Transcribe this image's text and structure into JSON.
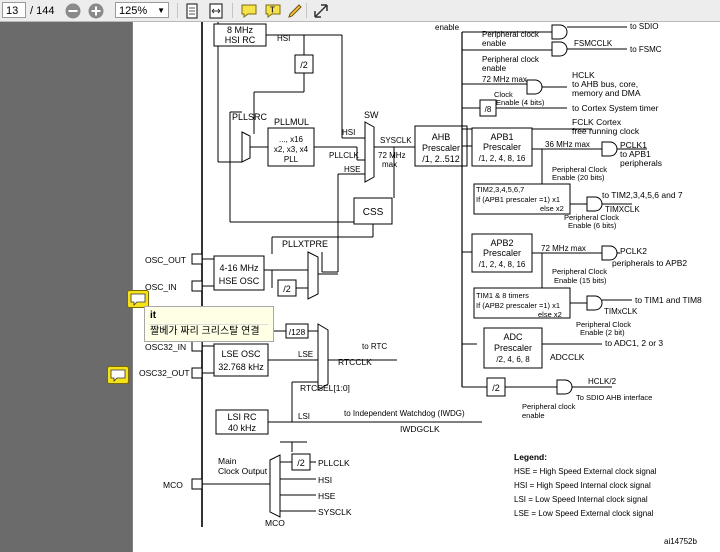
{
  "toolbar": {
    "page_current": "13",
    "page_total": "/ 144",
    "zoom": "125%"
  },
  "popup_note": {
    "author": "it",
    "text": "짤베가 짜리 크리스탈 연결"
  },
  "diagram": {
    "top_enable": "enable",
    "hsi_rc": [
      "8 MHz",
      "HSI RC"
    ],
    "hsi": "HSI",
    "div2": "/2",
    "div8": "/8",
    "div128": "/128",
    "pllsrc": "PLLSRC",
    "pllmul": "PLLMUL",
    "pll": [
      "..., x16",
      "x2, x3, x4",
      "PLL"
    ],
    "sw": "SW",
    "sysclk": "SYSCLK",
    "freq72": [
      "72 MHz",
      "max"
    ],
    "hsi_mux": "HSI",
    "pllclk": "PLLCLK",
    "hse_mux": "HSE",
    "css": "CSS",
    "ahb": [
      "AHB",
      "Prescaler",
      "/1, 2..512"
    ],
    "apb1": [
      "APB1",
      "Prescaler",
      "/1, 2, 4, 8, 16"
    ],
    "apb2": [
      "APB2",
      "Prescaler",
      "/1, 2, 4, 8, 16"
    ],
    "adc": [
      "ADC",
      "Prescaler",
      "/2, 4, 6, 8"
    ],
    "periph_enable_1": [
      "Peripheral clock",
      "enable"
    ],
    "periph_enable_2": [
      "Peripheral clock",
      "enable"
    ],
    "to_sdio": "to SDIO",
    "fsmcclk": "FSMCCLK",
    "to_fsmc": "to FSMC",
    "ahb_max": "72 MHz max",
    "clock_enable": [
      "Clock",
      "Enable (4 bits)"
    ],
    "hclk": [
      "HCLK",
      "to AHB bus, core,",
      "memory and DMA"
    ],
    "to_systimer": "to Cortex System timer",
    "fclk": [
      "FCLK Cortex",
      "free running clock"
    ],
    "apb1_max": "36 MHz max",
    "pclk1": [
      "PCLK1",
      "to APB1",
      "peripherals"
    ],
    "apb1_enable": [
      "Peripheral Clock",
      "Enable (20 bits)"
    ],
    "tim2": [
      "TIM2,3,4,5,6,7",
      "If (APB1 prescaler =1) x1",
      "else  x2"
    ],
    "to_tim2": [
      "to TIM2,3,4,5,6 and 7",
      "TIMXCLK"
    ],
    "tim2_enable": [
      "Peripheral Clock",
      "Enable (6 bits)"
    ],
    "apb2_max": "72 MHz max",
    "pclk2": [
      "PCLK2",
      "peripherals to APB2"
    ],
    "apb2_enable": [
      "Peripheral Clock",
      "Enable (15 bits)"
    ],
    "tim1": [
      "TIM1 & 8 timers",
      "If (APB2 prescaler =1) x1",
      "else  x2"
    ],
    "to_tim1": [
      "to TIM1 and TIM8",
      "TIMxCLK"
    ],
    "tim1_enable": [
      "Peripheral Clock",
      "Enable (2 bit)"
    ],
    "to_adc": "to ADC1, 2 or 3",
    "adcclk": "ADCCLK",
    "hclk2": "HCLK/2",
    "to_sdio_ahb": "To SDIO AHB interface",
    "sdio_enable": [
      "Peripheral clock",
      "enable"
    ],
    "osc_out": "OSC_OUT",
    "osc_in": "OSC_IN",
    "hse_osc": [
      "4-16 MHz",
      "HSE OSC"
    ],
    "pllxtpre": "PLLXTPRE",
    "osc32_in": "OSC32_IN",
    "osc32_out": "OSC32_OUT",
    "lse_osc": [
      "LSE OSC",
      "32.768 kHz"
    ],
    "lse": "LSE",
    "rtcclk": "RTCCLK",
    "to_rtc": "to RTC",
    "rtcsel": "RTCSEL[1:0]",
    "lsi_rc": [
      "LSI RC",
      "40 kHz"
    ],
    "lsi": "LSI",
    "to_iwdg": "to Independent Watchdog (IWDG)",
    "iwdgclk": "IWDGCLK",
    "mco_title": [
      "Main",
      "Clock Output"
    ],
    "mco_pllclk": "PLLCLK",
    "mco_hsi": "HSI",
    "mco_hse": "HSE",
    "mco_sysclk": "SYSCLK",
    "mco": "MCO",
    "mco_sel": "MCO",
    "legend_title": "Legend:",
    "legend": [
      "HSE = High Speed External clock signal",
      "HSI = High Speed Internal clock signal",
      "LSI = Low Speed Internal clock signal",
      "LSE = Low Speed External clock signal"
    ],
    "fig_id": "ai14752b"
  }
}
